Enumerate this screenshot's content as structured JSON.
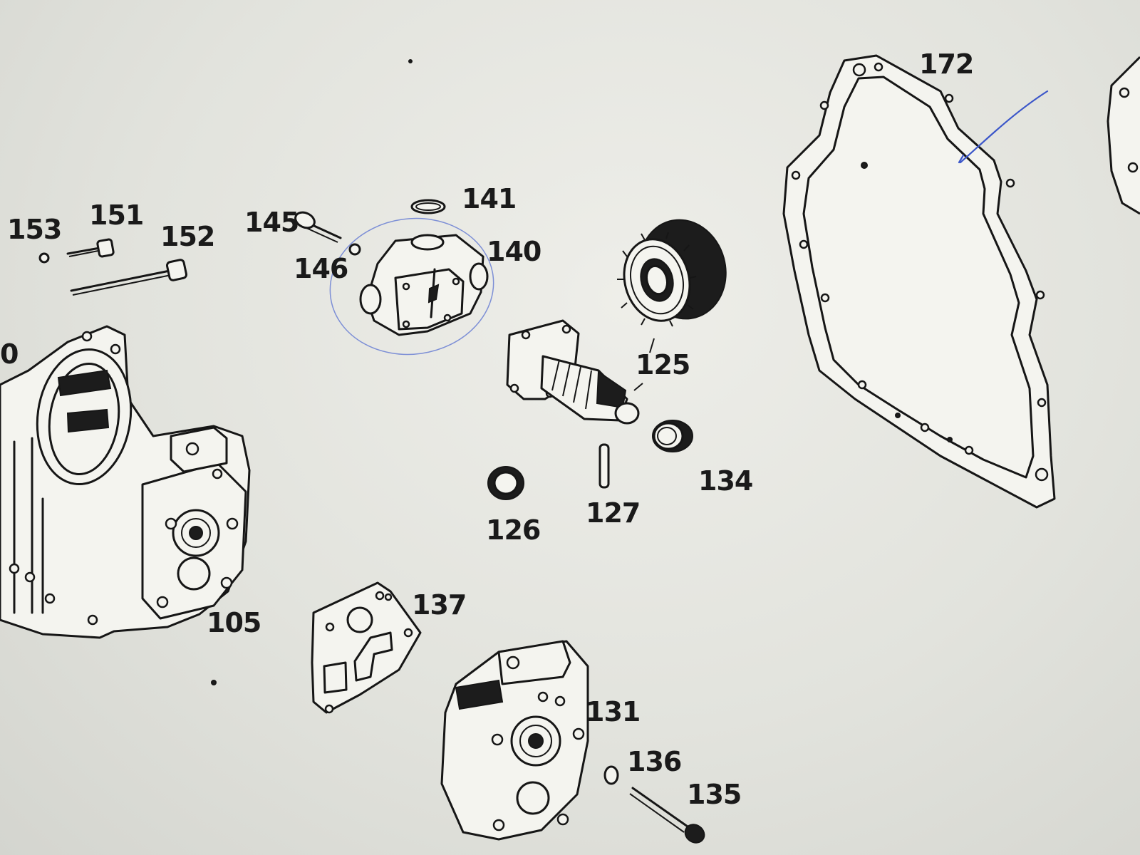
{
  "labels": {
    "l153": "153",
    "l151": "151",
    "l152": "152",
    "l145": "145",
    "l146": "146",
    "l141": "141",
    "l140": "140",
    "l125": "125",
    "l134": "134",
    "l126": "126",
    "l127": "127",
    "l137": "137",
    "l105": "105",
    "l131": "131",
    "l136": "136",
    "l135": "135",
    "l172": "172",
    "edge_left": "0"
  },
  "colors": {
    "paper": "#e6e7e1",
    "ink": "#161616",
    "pen": "#3b56c9"
  }
}
